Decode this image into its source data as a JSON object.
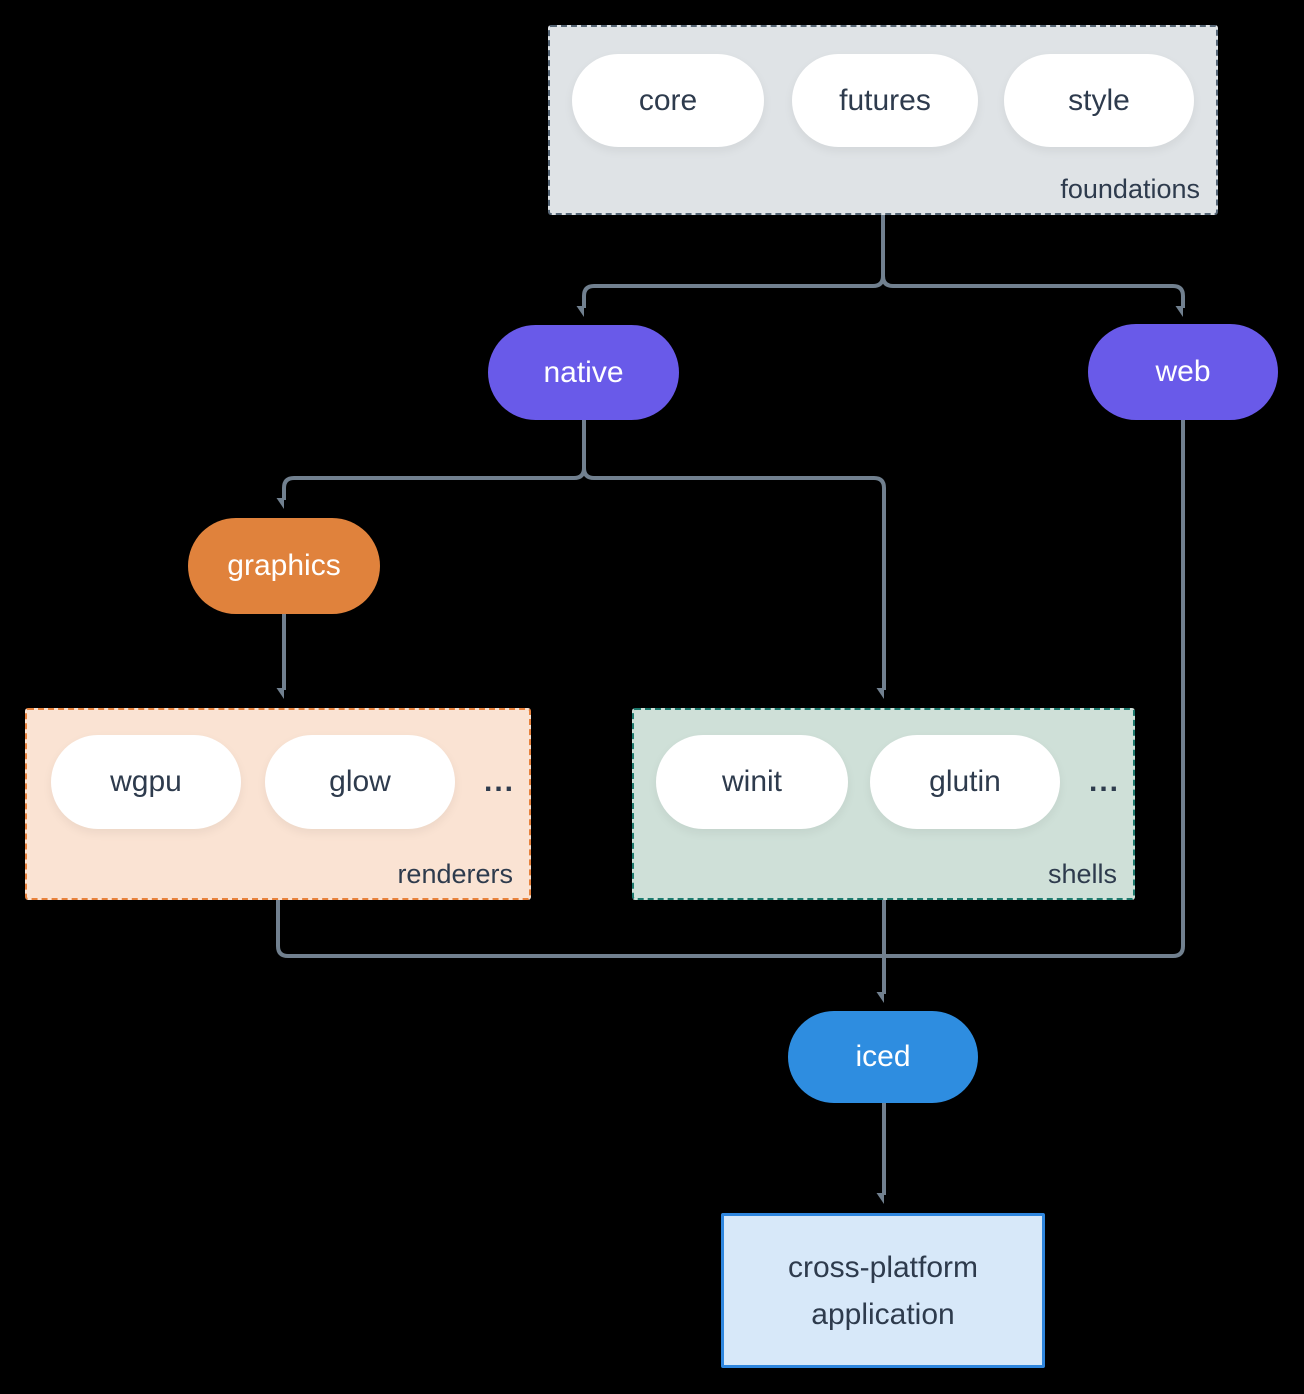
{
  "colors": {
    "background": "#000000",
    "connector": "#71808f",
    "node-purple": "#695ae9",
    "node-orange": "#e0823c",
    "node-blue": "#2e8de0",
    "pill-bg": "#ffffff",
    "text-dark": "#2e3b4d",
    "text-light": "#ffffff",
    "foundations-bg": "#dfe3e6",
    "foundations-border": "#566676",
    "renderers-bg": "#fae3d3",
    "renderers-border": "#e8823c",
    "shells-bg": "#cfe0d8",
    "shells-border": "#1e7a6e",
    "app-bg": "#d7e8f9",
    "app-border": "#2f86de"
  },
  "groups": {
    "foundations": {
      "label": "foundations",
      "items": [
        "core",
        "futures",
        "style"
      ]
    },
    "renderers": {
      "label": "renderers",
      "items": [
        "wgpu",
        "glow",
        "..."
      ]
    },
    "shells": {
      "label": "shells",
      "items": [
        "winit",
        "glutin",
        "..."
      ]
    }
  },
  "nodes": {
    "native": {
      "label": "native"
    },
    "web": {
      "label": "web"
    },
    "graphics": {
      "label": "graphics"
    },
    "iced": {
      "label": "iced"
    }
  },
  "application": {
    "label": "cross-platform application"
  }
}
